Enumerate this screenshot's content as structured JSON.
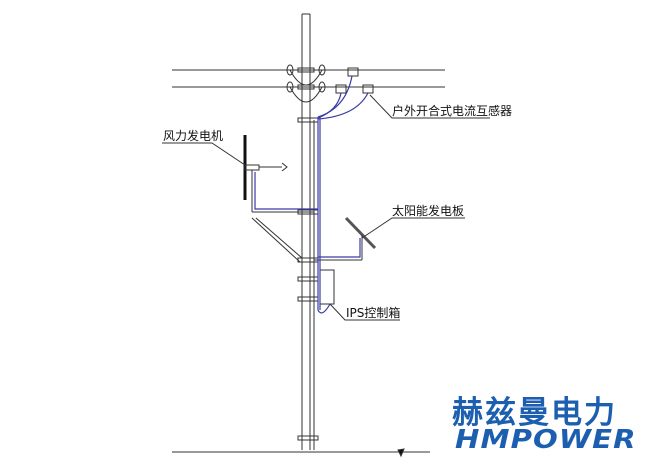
{
  "diagram": {
    "labels": {
      "current_transformer": "户外开合式电流互感器",
      "wind_generator": "风力发电机",
      "solar_panel": "太阳能发电板",
      "control_box": "IPS控制箱"
    },
    "colors": {
      "line": "#333333",
      "cable": "#3a3aa8",
      "brand": "#1c5fb0"
    }
  },
  "brand": {
    "name_cn": "赫兹曼电力",
    "name_en": "HMPOWER"
  }
}
